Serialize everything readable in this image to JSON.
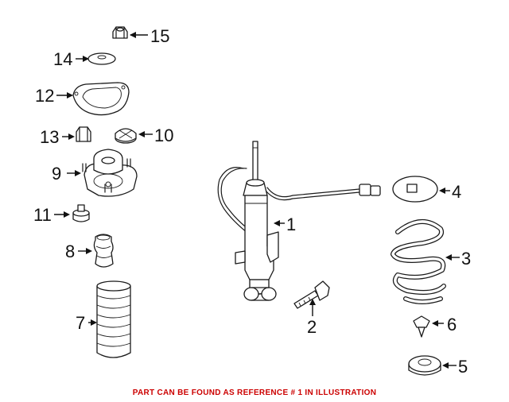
{
  "footer": {
    "note": "PART CAN BE FOUND AS REFERENCE # 1 IN ILLUSTRATION",
    "color": "#cc0000"
  },
  "callouts": {
    "c1": "1",
    "c2": "2",
    "c3": "3",
    "c4": "4",
    "c5": "5",
    "c6": "6",
    "c7": "7",
    "c8": "8",
    "c9": "9",
    "c10": "10",
    "c11": "11",
    "c12": "12",
    "c13": "13",
    "c14": "14",
    "c15": "15"
  }
}
